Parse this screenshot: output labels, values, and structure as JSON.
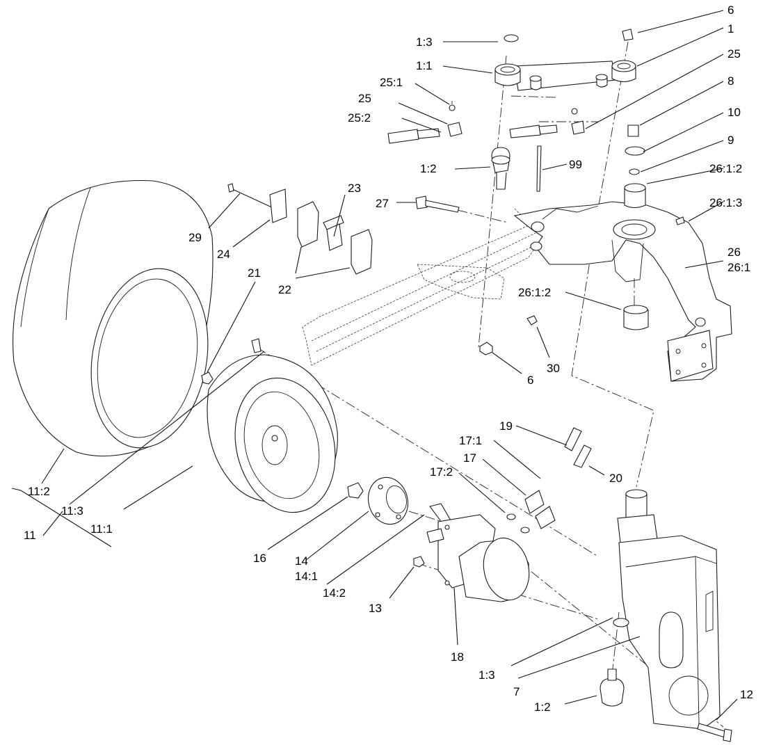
{
  "callouts": [
    {
      "id": "c-6a",
      "text": "6"
    },
    {
      "id": "c-1a",
      "text": "1"
    },
    {
      "id": "c-13a",
      "text": "1:3"
    },
    {
      "id": "c-11",
      "text": "1:1"
    },
    {
      "id": "c-25r",
      "text": "25"
    },
    {
      "id": "c-8",
      "text": "8"
    },
    {
      "id": "c-251",
      "text": "25:1"
    },
    {
      "id": "c-25l",
      "text": "25"
    },
    {
      "id": "c-252",
      "text": "25:2"
    },
    {
      "id": "c-10",
      "text": "10"
    },
    {
      "id": "c-9",
      "text": "9"
    },
    {
      "id": "c-12a",
      "text": "1:2"
    },
    {
      "id": "c-99",
      "text": "99"
    },
    {
      "id": "c-2612a",
      "text": "26:1:2"
    },
    {
      "id": "c-23",
      "text": "23"
    },
    {
      "id": "c-27",
      "text": "27"
    },
    {
      "id": "c-2613",
      "text": "26:1:3"
    },
    {
      "id": "c-29",
      "text": "29"
    },
    {
      "id": "c-24",
      "text": "24"
    },
    {
      "id": "c-26",
      "text": "26"
    },
    {
      "id": "c-261",
      "text": "26:1"
    },
    {
      "id": "c-21",
      "text": "21"
    },
    {
      "id": "c-22",
      "text": "22"
    },
    {
      "id": "c-2612b",
      "text": "26:1:2"
    },
    {
      "id": "c-6b",
      "text": "6"
    },
    {
      "id": "c-30",
      "text": "30"
    },
    {
      "id": "c-19",
      "text": "19"
    },
    {
      "id": "c-171",
      "text": "17:1"
    },
    {
      "id": "c-17",
      "text": "17"
    },
    {
      "id": "c-172",
      "text": "17:2"
    },
    {
      "id": "c-20",
      "text": "20"
    },
    {
      "id": "c-112",
      "text": "11:2"
    },
    {
      "id": "c-113",
      "text": "11:3"
    },
    {
      "id": "c-11b",
      "text": "11"
    },
    {
      "id": "c-111",
      "text": "11:1"
    },
    {
      "id": "c-16",
      "text": "16"
    },
    {
      "id": "c-14",
      "text": "14"
    },
    {
      "id": "c-141",
      "text": "14:1"
    },
    {
      "id": "c-142",
      "text": "14:2"
    },
    {
      "id": "c-13",
      "text": "13"
    },
    {
      "id": "c-18",
      "text": "18"
    },
    {
      "id": "c-13b",
      "text": "1:3"
    },
    {
      "id": "c-7",
      "text": "7"
    },
    {
      "id": "c-12b",
      "text": "1:2"
    },
    {
      "id": "c-12",
      "text": "12"
    }
  ]
}
